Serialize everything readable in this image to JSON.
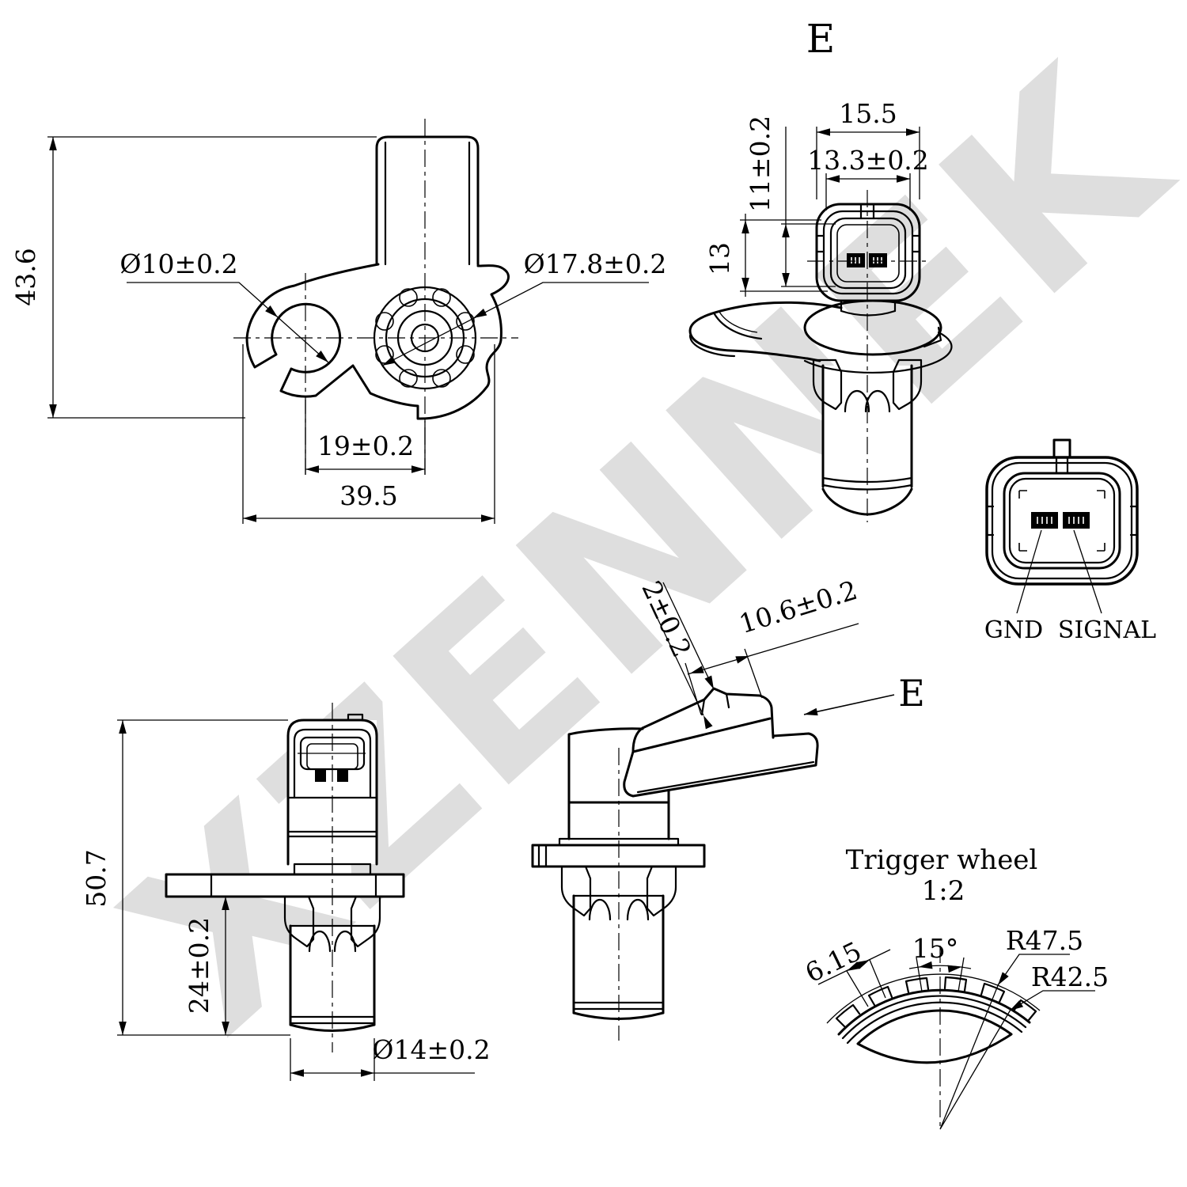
{
  "watermark": {
    "text": "XZENNEK"
  },
  "top_view": {
    "height": "43.6",
    "clip_hole_dia": "Ø10±0.2",
    "bearing_dia": "Ø17.8±0.2",
    "hole_spacing": "19±0.2",
    "body_width": "39.5"
  },
  "e_view": {
    "label": "E",
    "connector_width": "15.5",
    "inner_width": "13.3±0.2",
    "inner_height": "11±0.2",
    "connector_height": "13"
  },
  "connector_face": {
    "pin_left": "GND",
    "pin_right": "SIGNAL"
  },
  "front_view": {
    "total_height": "50.7",
    "tip_length": "24±0.2",
    "tip_dia": "Ø14±0.2"
  },
  "side_view": {
    "tab_thickness": "2±0.2",
    "tab_offset": "10.6±0.2",
    "view_label": "E"
  },
  "trigger_wheel": {
    "title": "Trigger wheel",
    "scale": "1:2",
    "tooth_width": "6.15",
    "pitch_angle": "15°",
    "outer_radius": "R47.5",
    "inner_radius": "R42.5"
  }
}
